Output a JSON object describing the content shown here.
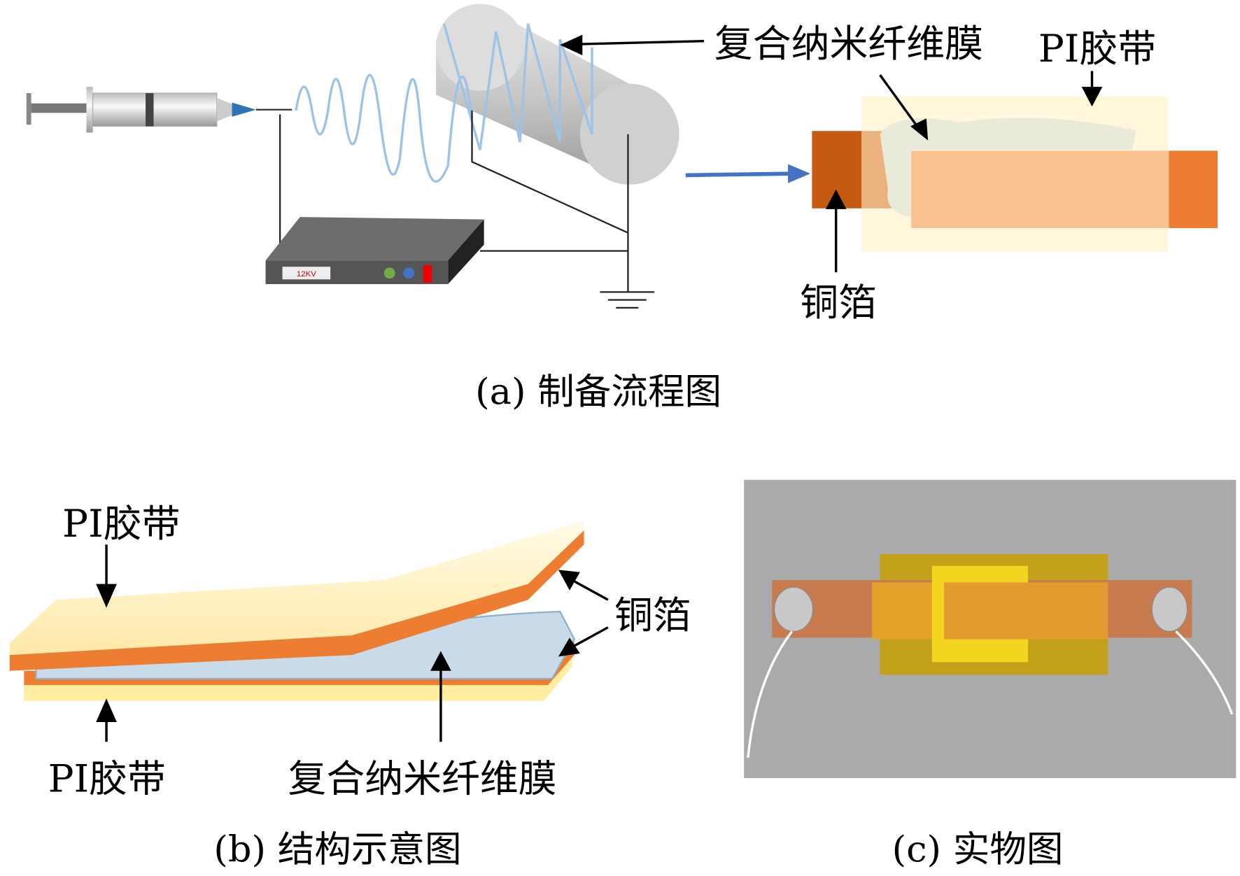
{
  "panel_a": {
    "caption": "(a) 制备流程图",
    "label_membrane": "复合纳米纤维膜",
    "label_pi_tape": "PI胶带",
    "label_copper": "铜箔",
    "power_supply_voltage": "12KV"
  },
  "panel_b": {
    "caption": "(b) 结构示意图",
    "label_pi_tape_top": "PI胶带",
    "label_pi_tape_bottom": "PI胶带",
    "label_copper": "铜箔",
    "label_membrane": "复合纳米纤维膜"
  },
  "panel_c": {
    "caption": "(c) 实物图"
  },
  "colors": {
    "fiber": "#9dc3e6",
    "copper": "#c55a11",
    "copper_light": "#ed7d31",
    "pi_tape": "#fff6dc",
    "arrow_blue": "#4472c4"
  }
}
